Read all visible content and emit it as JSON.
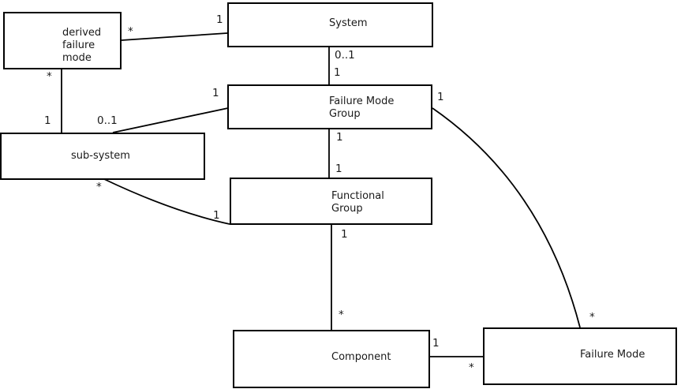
{
  "diagram": {
    "type": "uml-class-association-diagram",
    "boxes": [
      {
        "id": "derived-failure-mode",
        "lines": [
          "derived",
          "failure",
          "mode"
        ]
      },
      {
        "id": "system",
        "lines": [
          "System"
        ]
      },
      {
        "id": "failure-mode-group",
        "lines": [
          "Failure Mode",
          "Group"
        ]
      },
      {
        "id": "sub-system",
        "lines": [
          "sub-system"
        ]
      },
      {
        "id": "functional-group",
        "lines": [
          "Functional",
          "Group"
        ]
      },
      {
        "id": "component",
        "lines": [
          "Component"
        ]
      },
      {
        "id": "failure-mode",
        "lines": [
          "Failure Mode"
        ]
      }
    ],
    "edges": [
      {
        "from": "derived-failure-mode",
        "to": "system",
        "from_label": "*",
        "to_label": "1"
      },
      {
        "from": "derived-failure-mode",
        "to": "sub-system",
        "from_label": "*",
        "to_label": "1"
      },
      {
        "from": "sub-system",
        "to": "failure-mode-group",
        "from_label": "0..1",
        "to_label": "1"
      },
      {
        "from": "system",
        "to": "failure-mode-group",
        "from_label": "0..1",
        "to_label": "1"
      },
      {
        "from": "failure-mode-group",
        "to": "functional-group",
        "from_label": "1",
        "to_label": "1"
      },
      {
        "from": "functional-group",
        "to": "component",
        "from_label": "1",
        "to_label": "*"
      },
      {
        "from": "component",
        "to": "failure-mode",
        "from_label": "1",
        "to_label": "*"
      },
      {
        "from": "failure-mode-group",
        "to": "failure-mode",
        "from_label": "1",
        "to_label": "*"
      },
      {
        "from": "sub-system",
        "to": "functional-group",
        "from_label": "*",
        "to_label": "1"
      }
    ],
    "colors": {
      "background": "#ffffff",
      "line": "#000000",
      "text": "#1a1a1a"
    }
  }
}
